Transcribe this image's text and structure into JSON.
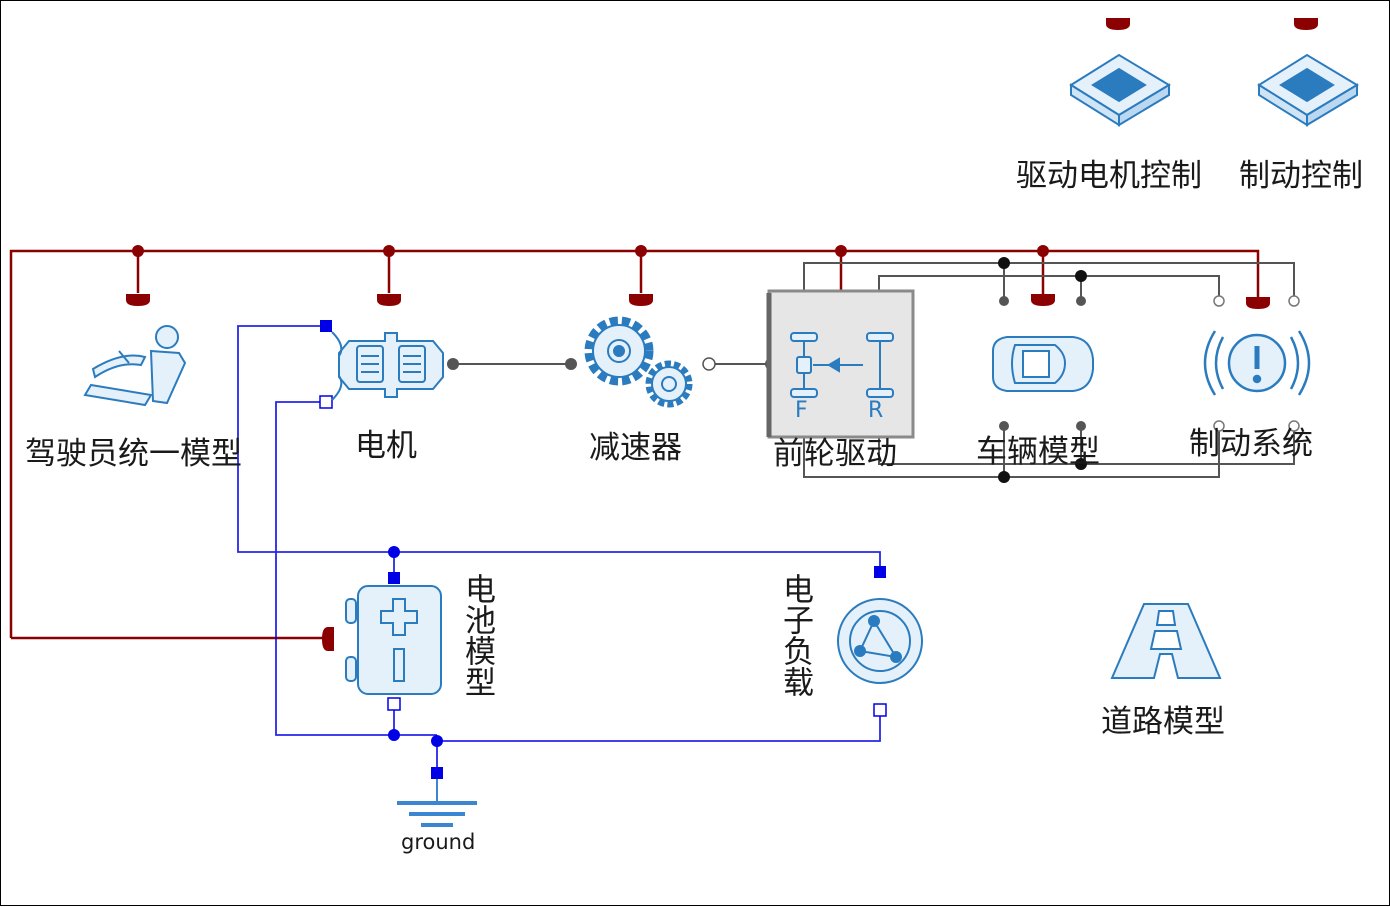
{
  "diagram": {
    "components": {
      "driver": {
        "label": "驾驶员统一模型",
        "icon": "driver-seat-icon"
      },
      "motor": {
        "label": "电机",
        "icon": "electric-motor-icon"
      },
      "reducer": {
        "label": "减速器",
        "icon": "gears-icon"
      },
      "front_drive": {
        "label": "前轮驱动",
        "icon": "drivetrain-icon",
        "front_mark": "F",
        "rear_mark": "R"
      },
      "vehicle": {
        "label": "车辆模型",
        "icon": "car-icon"
      },
      "brake_system": {
        "label": "制动系统",
        "icon": "brake-warning-icon"
      },
      "motor_control": {
        "label": "驱动电机控制",
        "icon": "controller-chip-icon"
      },
      "brake_control": {
        "label": "制动控制",
        "icon": "controller-chip-icon"
      },
      "battery": {
        "label": "电池模型",
        "icon": "battery-icon"
      },
      "electronic_load": {
        "label": "电子负载",
        "icon": "load-icon"
      },
      "road": {
        "label": "道路模型",
        "icon": "road-icon"
      },
      "ground": {
        "label": "ground",
        "icon": "ground-icon"
      }
    },
    "colors": {
      "signal_bus": "#8b0000",
      "electrical": "#0000e6",
      "mechanical": "#555555",
      "icon_stroke": "#2b7bbf",
      "icon_fill": "#e4f1fb"
    }
  }
}
